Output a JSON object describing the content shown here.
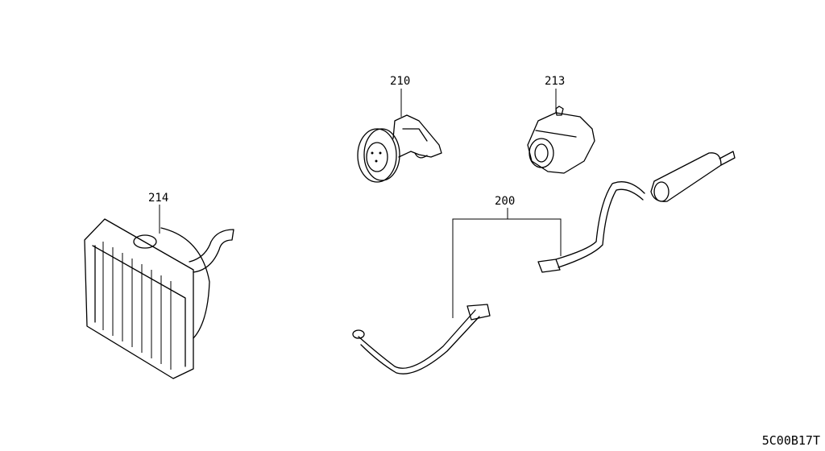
{
  "parts": [
    {
      "id": "part-210",
      "label": "210"
    },
    {
      "id": "part-213",
      "label": "213"
    },
    {
      "id": "part-214",
      "label": "214"
    },
    {
      "id": "part-200",
      "label": "200"
    }
  ],
  "diagram_code": "5C00B17T"
}
